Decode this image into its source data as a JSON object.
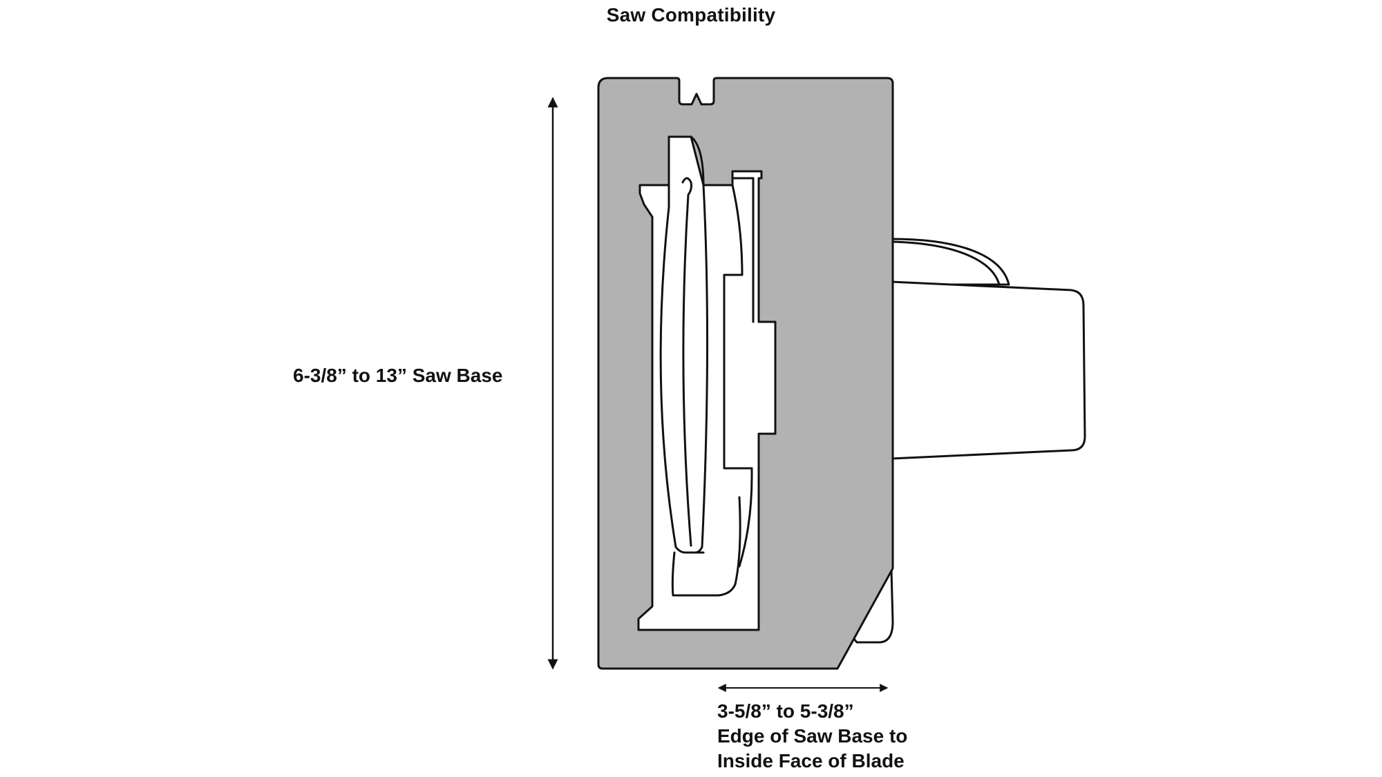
{
  "title": "Saw Compatibility",
  "dimensions": {
    "base_height": {
      "label": "6-3/8” to 13” Saw Base"
    },
    "edge_to_blade": {
      "lines": [
        "3-5/8” to 5-3/8”",
        "Edge of Saw Base to",
        "Inside Face of Blade"
      ]
    }
  },
  "colors": {
    "saw_base_fill": "#b2b2b2",
    "outline": "#111111",
    "background": "#ffffff"
  }
}
